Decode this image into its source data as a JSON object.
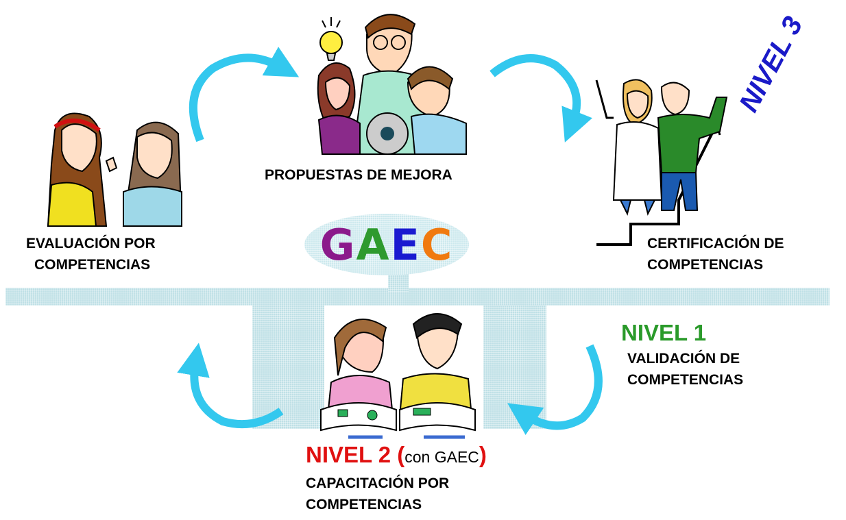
{
  "labels": {
    "evaluacion_line1": "EVALUACIÓN POR",
    "evaluacion_line2": "COMPETENCIAS",
    "propuestas": "PROPUESTAS DE MEJORA",
    "certificacion_line1": "CERTIFICACIÓN DE",
    "certificacion_line2": "COMPETENCIAS",
    "nivel1": "NIVEL 1",
    "validacion_line1": "VALIDACIÓN DE",
    "validacion_line2": "COMPETENCIAS",
    "nivel2_prefix": "NIVEL 2 (",
    "nivel2_inner": "con GAEC",
    "nivel2_suffix": ")",
    "capacitacion_line1": "CAPACITACIÓN POR",
    "capacitacion_line2": "COMPETENCIAS",
    "nivel3": "NIVEL 3"
  },
  "gaec": [
    "G",
    "A",
    "E",
    "C"
  ],
  "colors": {
    "g": "#8b1a8b",
    "a": "#2e9a2e",
    "e": "#1a1ad0",
    "c": "#f07a10",
    "arrow": "#33c8ee",
    "nivel1": "#2a9a2a",
    "nivel2": "#e01010",
    "nivel3": "#1a1ac8",
    "band": "#bfe0e6"
  }
}
